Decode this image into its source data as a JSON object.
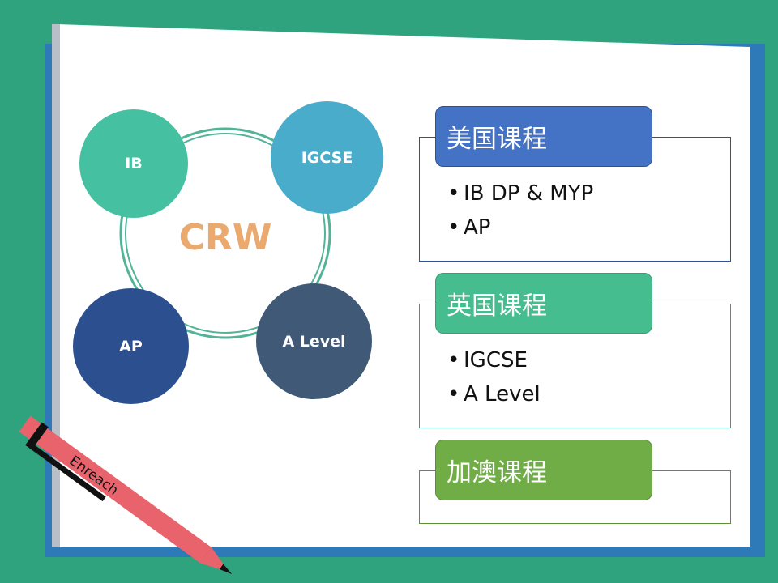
{
  "diagram": {
    "center_label": "CRW",
    "nodes": [
      {
        "id": "ib",
        "label": "IB",
        "color": "#45c1a1"
      },
      {
        "id": "igcse",
        "label": "IGCSE",
        "color": "#4aaccb"
      },
      {
        "id": "ap",
        "label": "AP",
        "color": "#2b4f8f"
      },
      {
        "id": "alevel",
        "label": "A Level",
        "color": "#405976"
      }
    ],
    "ring_color": "#52b396",
    "center_color": "#e9a96f"
  },
  "curricula": [
    {
      "title": "美国课程",
      "color": "#4472c4",
      "border": "#2f528f",
      "items": [
        "IB DP & MYP",
        "AP"
      ]
    },
    {
      "title": "英国课程",
      "color": "#45bd8e",
      "border": "#3a9f77",
      "items": [
        "IGCSE",
        "A Level"
      ]
    },
    {
      "title": "加澳课程",
      "color": "#70ad47",
      "border": "#5a8f38",
      "items": []
    }
  ],
  "pen": {
    "label": "Enreach",
    "color": "#e8636c"
  },
  "colors": {
    "background": "#2fa37e",
    "book": "#2e79b8",
    "page": "#ffffff"
  }
}
